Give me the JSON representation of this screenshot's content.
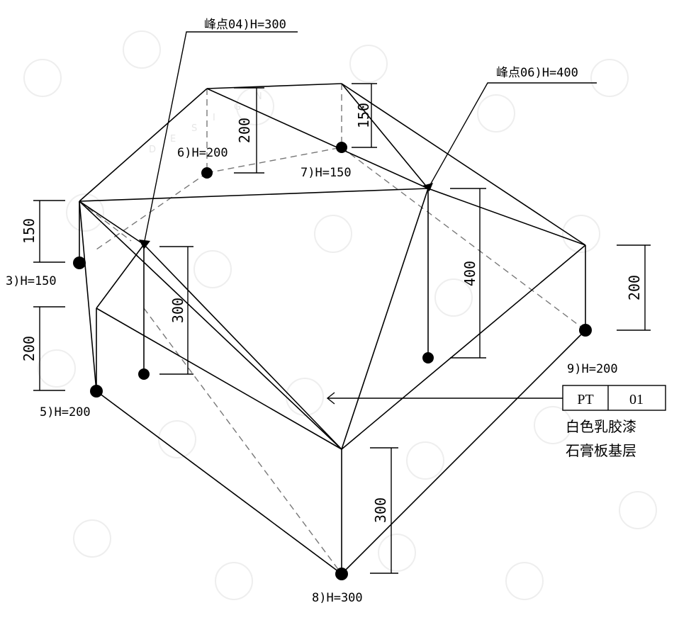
{
  "watermark": {
    "letters": [
      "D",
      "E",
      "S",
      "I",
      "G",
      "N"
    ]
  },
  "peak_labels": {
    "peak04": "峰点04)H=300",
    "peak06": "峰点06)H=400"
  },
  "point_labels": {
    "p3": "3)H=150",
    "p5": "5)H=200",
    "p6": "6)H=200",
    "p7": "7)H=150",
    "p8": "8)H=300",
    "p9": "9)H=200"
  },
  "dimensions": {
    "d200_top": "200",
    "d150_top": "150",
    "d150_left": "150",
    "d200_left": "200",
    "d300_mid": "300",
    "d400": "400",
    "d200_right": "200",
    "d300_bottom": "300"
  },
  "material_tag": {
    "code": "PT",
    "number": "01",
    "line1": "白色乳胶漆",
    "line2": "石膏板基层"
  }
}
